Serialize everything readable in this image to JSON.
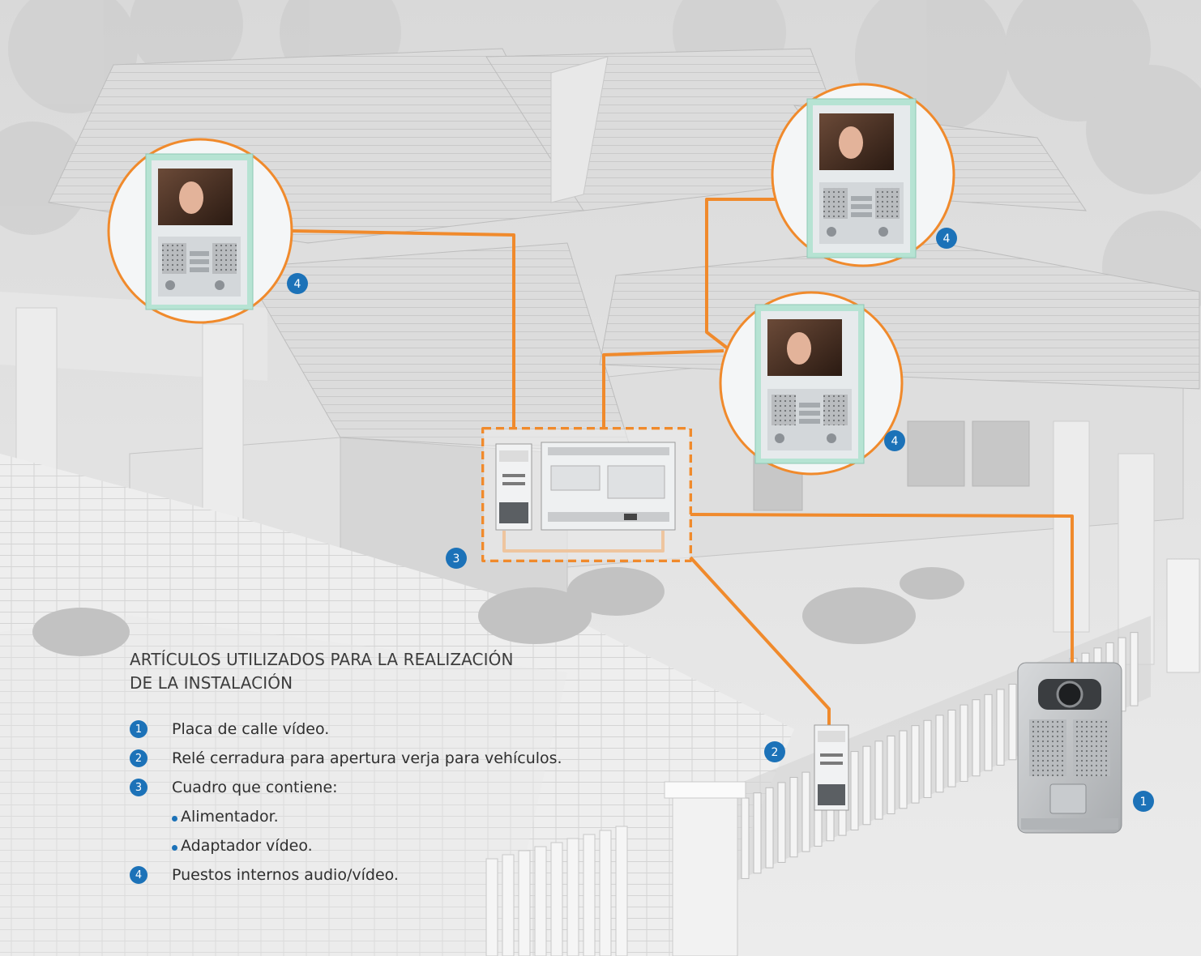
{
  "diagram": {
    "badges": {
      "monitor_top_left": "4",
      "monitor_top_right": "4",
      "monitor_middle_right": "4",
      "control_box": "3",
      "gate_relay": "2",
      "street_panel": "1"
    },
    "colors": {
      "cable": "#f08a2c",
      "badge": "#1c72b8",
      "monitor_frame": "#b6e3d3",
      "background": "#e9e9e9"
    }
  },
  "legend": {
    "title_line1": "ARTÍCULOS UTILIZADOS PARA LA REALIZACIÓN",
    "title_line2": "DE LA INSTALACIÓN",
    "items": [
      {
        "num": "1",
        "label": "Placa de calle vídeo."
      },
      {
        "num": "2",
        "label": "Relé cerradura para apertura verja para vehículos."
      },
      {
        "num": "3",
        "label": "Cuadro que contiene:"
      },
      {
        "num": "4",
        "label": "Puestos internos audio/vídeo."
      }
    ],
    "sub_items": [
      "Alimentador.",
      "Adaptador vídeo."
    ]
  }
}
